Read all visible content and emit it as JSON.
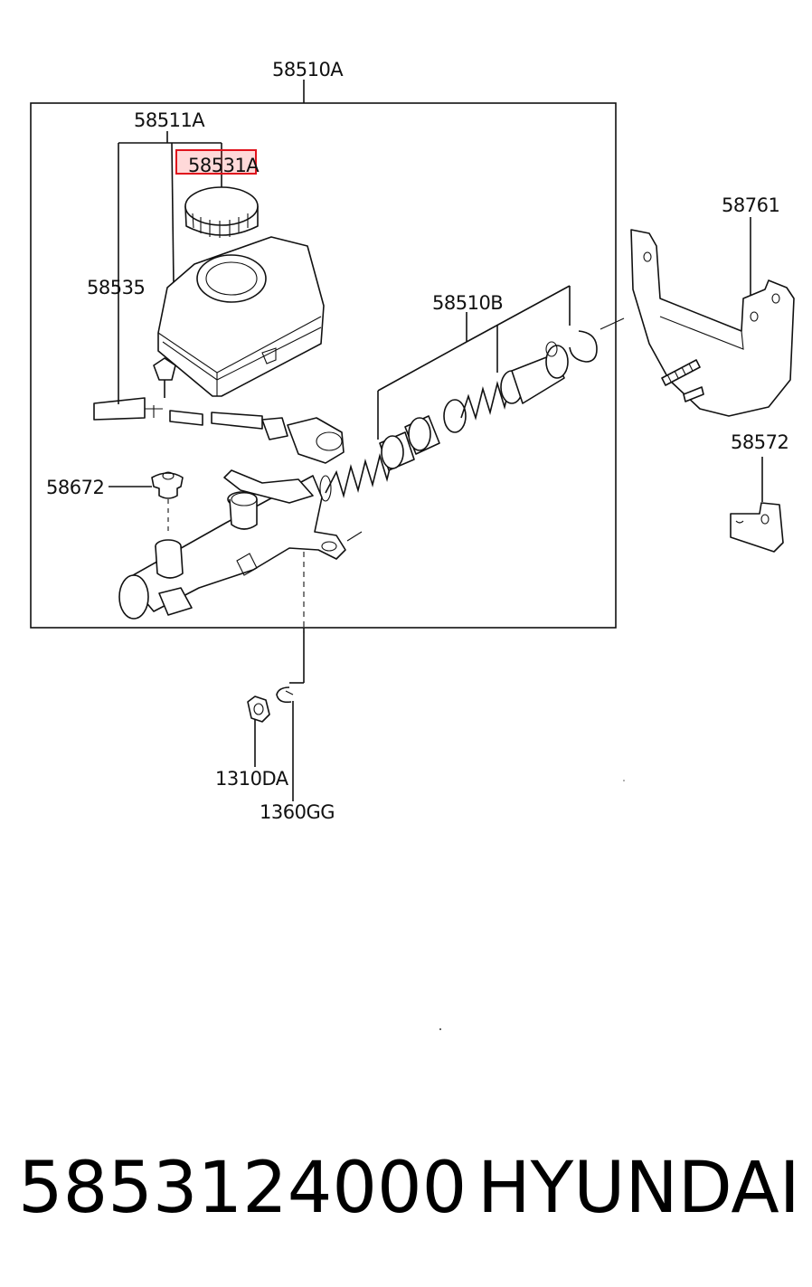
{
  "labels": {
    "assembly": "58510A",
    "reservoir_group": "58511A",
    "reservoir_cap": "58531A",
    "level_sensor": "58535",
    "piston_kit": "58510B",
    "bracket_main": "58761",
    "bracket_small": "58572",
    "grommet": "58672",
    "nut": "1310DA",
    "washer": "1360GG"
  },
  "highlight": {
    "target": "reservoir_cap",
    "color": "#e0121c"
  },
  "footer": {
    "part_number": "5853124000",
    "brand": "HYUNDAI"
  }
}
